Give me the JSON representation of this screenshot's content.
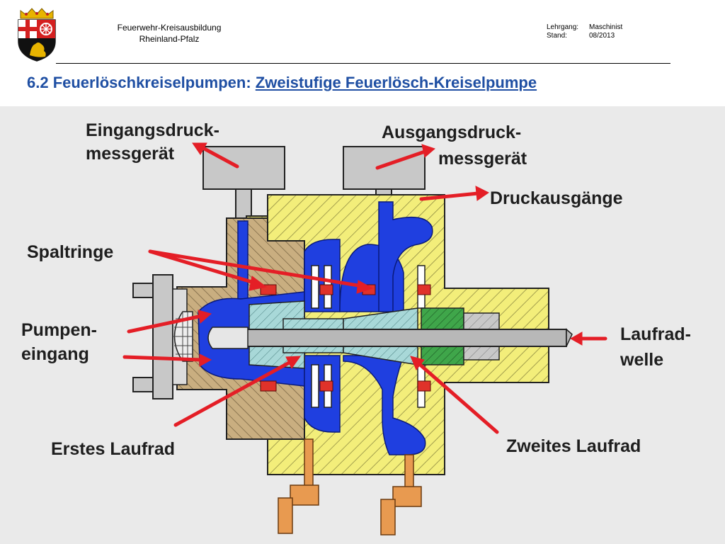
{
  "header": {
    "org_line1": "Feuerwehr-Kreisausbildung",
    "org_line2": "Rheinland-Pfalz",
    "course_label": "Lehrgang:",
    "course_value": "Maschinist",
    "date_label": "Stand:",
    "date_value": "08/2013"
  },
  "title": {
    "prefix": "6.2 Feuerlöschkreiselpumpen: ",
    "subject": "Zweistufige Feuerlösch-Kreiselpumpe"
  },
  "labels": {
    "inlet_gauge_1": "Eingangsdruck-",
    "inlet_gauge_2": "messgerät",
    "outlet_gauge_1": "Ausgangsdruck-",
    "outlet_gauge_2": "messgerät",
    "outlets": "Druckausgänge",
    "seal_rings": "Spaltringe",
    "pump_inlet_1": "Pumpen-",
    "pump_inlet_2": "eingang",
    "shaft_1": "Laufrad-",
    "shaft_2": "welle",
    "impeller_1": "Erstes Laufrad",
    "impeller_2": "Zweites Laufrad"
  },
  "colors": {
    "title": "#1F4FA3",
    "water": "#1F3FE0",
    "housing": "#F3EE7A",
    "inlet_housing": "#C9AE80",
    "impeller": "#A8D8D8",
    "seal": "#E0322A",
    "bearing": "#3FA64A",
    "shaft": "#B8B8B8",
    "drain": "#E89A50",
    "arrow": "#E41E26"
  }
}
